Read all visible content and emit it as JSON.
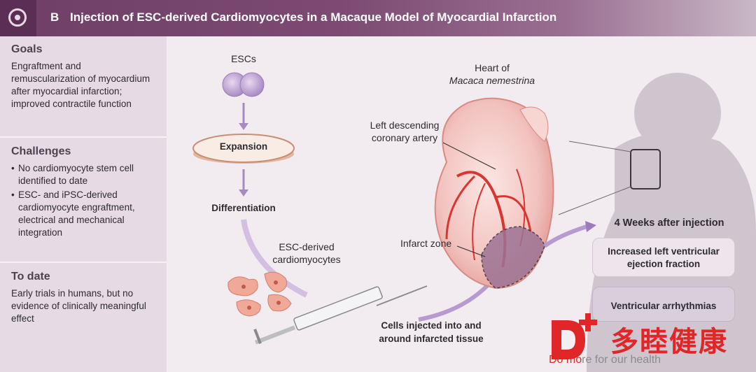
{
  "header": {
    "letter": "B",
    "title": "Injection of ESC-derived Cardiomyocytes in a Macaque Model of Myocardial Infarction"
  },
  "sidebar": {
    "goals": {
      "heading": "Goals",
      "text": "Engraftment and remuscularization of myocardium after myocardial infarction; improved contractile function"
    },
    "challenges": {
      "heading": "Challenges",
      "items": [
        "No cardiomyocyte stem cell identified to date",
        "ESC- and iPSC-derived cardiomyocyte engraftment, electrical and mechanical integration"
      ]
    },
    "to_date": {
      "heading": "To date",
      "text": "Early trials in humans, but no evidence of clinically meaningful effect"
    }
  },
  "diagram": {
    "escs": "ESCs",
    "expansion": "Expansion",
    "differentiation": "Differentiation",
    "esc_cardiomyocytes_1": "ESC-derived",
    "esc_cardiomyocytes_2": "cardiomyocytes",
    "heart_title": "Heart of",
    "heart_species": "Macaca nemestrina",
    "artery_1": "Left descending",
    "artery_2": "coronary artery",
    "infarct_zone": "Infarct zone",
    "cells_injected_1": "Cells injected into and",
    "cells_injected_2": "around infarcted tissue",
    "weeks_after": "4 Weeks after injection",
    "outcome_1a": "Increased left ventricular",
    "outcome_1b": "ejection fraction",
    "outcome_2": "Ventricular arrhythmias"
  },
  "watermark": {
    "brand_cn": "多睦健康",
    "brand_en_a": "Do mo",
    "brand_en_b": "re for our health",
    "color": "#e02626"
  }
}
